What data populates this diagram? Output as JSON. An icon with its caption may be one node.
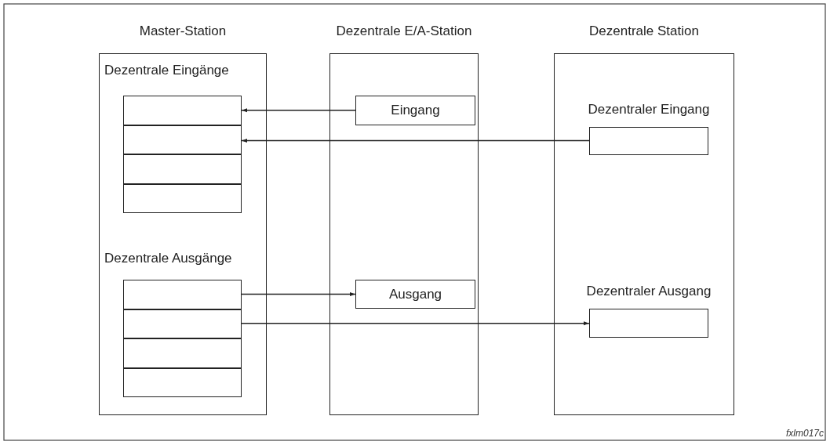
{
  "diagram": {
    "nodes": [
      {
        "text": [
          "Master-Station",
          "Dezentrale Eingänge",
          "Dezentrale Ausgänge"
        ]
      },
      {
        "text": [],
        "shape": "box",
        "in": 0
      },
      {
        "text": [],
        "shape": "box",
        "in": 0
      },
      {
        "text": [],
        "shape": "box",
        "in": 0
      },
      {
        "text": [],
        "shape": "box",
        "in": 0
      },
      {
        "text": [],
        "shape": "box",
        "in": 0
      },
      {
        "text": [],
        "shape": "box",
        "in": 0
      },
      {
        "text": [],
        "shape": "box",
        "in": 0
      },
      {
        "text": [],
        "shape": "box",
        "in": 0
      },
      {
        "text": [
          "Dezentrale E/A-Station"
        ]
      },
      {
        "text": [
          "Eingang"
        ],
        "in": 9
      },
      {
        "text": [
          "Ausgang"
        ],
        "in": 9
      },
      {
        "text": [
          "Dezentrale Station"
        ]
      },
      {
        "text": [
          "Dezentraler Eingang"
        ],
        "in": 12
      },
      {
        "text": [
          "Dezentraler Ausgang"
        ],
        "in": 12
      }
    ],
    "edges": [
      {
        "from": 10,
        "to": 1,
        "arrow": "to"
      },
      {
        "from": 13,
        "to": 2,
        "arrow": "to"
      },
      {
        "from": 5,
        "to": 11,
        "arrow": "to"
      },
      {
        "from": 6,
        "to": 14,
        "arrow": "to"
      }
    ],
    "labels": [
      "fxlm017c"
    ]
  }
}
